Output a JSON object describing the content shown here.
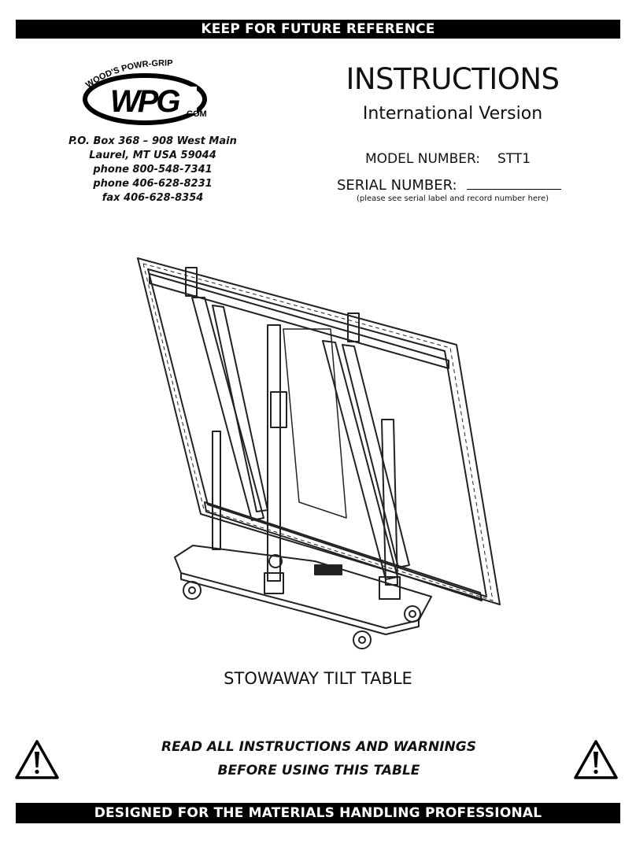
{
  "header": {
    "banner": "KEEP FOR FUTURE REFERENCE"
  },
  "logo": {
    "arc_text": "WOOD'S POWR-GRIP",
    "mark": "WPG",
    "suffix": ".COM"
  },
  "address": {
    "line1": "P.O. Box 368 – 908 West Main",
    "line2": "Laurel, MT  USA  59044",
    "line3": "phone  800-548-7341",
    "line4": "phone  406-628-8231",
    "line5": "fax  406-628-8354"
  },
  "document": {
    "title": "INSTRUCTIONS",
    "subtitle": "International Version",
    "model_label": "MODEL NUMBER:",
    "model_value": "STT1",
    "serial_label": "SERIAL NUMBER:",
    "serial_note": "(please see serial label and record number here)"
  },
  "product": {
    "name": "STOWAWAY TILT TABLE"
  },
  "warning": {
    "line1": "READ ALL INSTRUCTIONS AND WARNINGS",
    "line2": "BEFORE USING THIS TABLE",
    "icon": "warning-triangle-icon"
  },
  "footer": {
    "banner": "DESIGNED FOR THE MATERIALS HANDLING PROFESSIONAL"
  }
}
